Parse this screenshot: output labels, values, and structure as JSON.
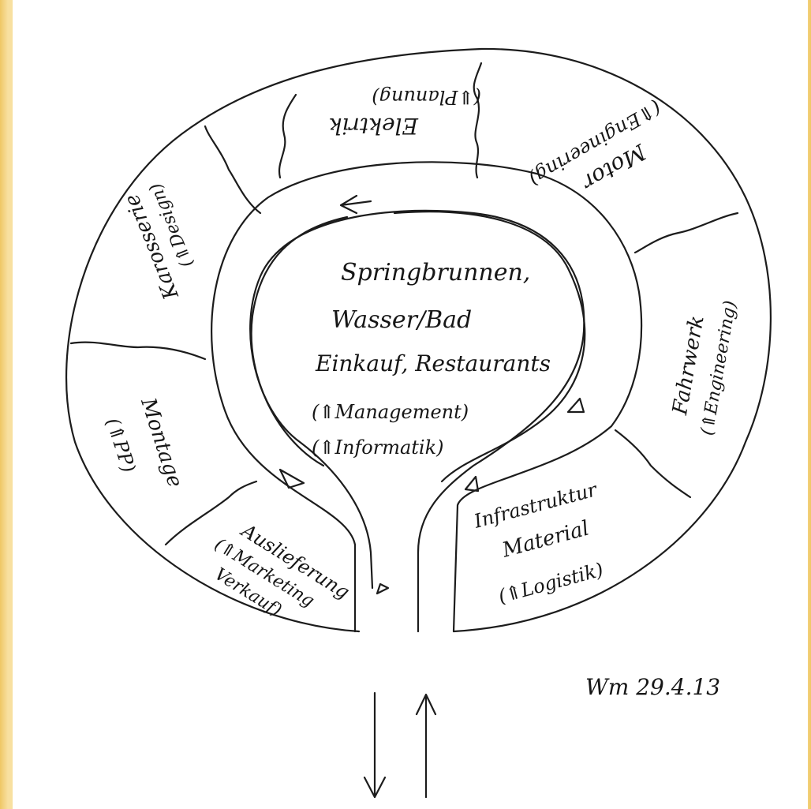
{
  "diagram": {
    "center_lines": [
      "Springbrunnen,",
      "Wasser/Bad",
      "Einkauf, Restaurants",
      "(⇑Management)",
      "(⇑Informatik)"
    ],
    "sections": [
      {
        "id": "elektrik",
        "lines": [
          "Elektrik",
          "(⇓Planung)"
        ]
      },
      {
        "id": "motor",
        "lines": [
          "Motor",
          "(⇑Engineering)"
        ]
      },
      {
        "id": "karosserie",
        "lines": [
          "Karosserie",
          "(⇑Design)"
        ]
      },
      {
        "id": "fahrwerk",
        "lines": [
          "Fahrwerk",
          "(⇑Engineering)"
        ]
      },
      {
        "id": "montage",
        "lines": [
          "Montage",
          "(⇑PP)"
        ]
      },
      {
        "id": "auslieferung",
        "lines": [
          "Auslieferung",
          "(⇑Marketing",
          "Verkauf)"
        ]
      },
      {
        "id": "infrastruktur",
        "lines": [
          "Infrastruktur",
          "Material",
          "(⇑Logistik)"
        ]
      }
    ],
    "signature": "Wm 29.4.13"
  }
}
